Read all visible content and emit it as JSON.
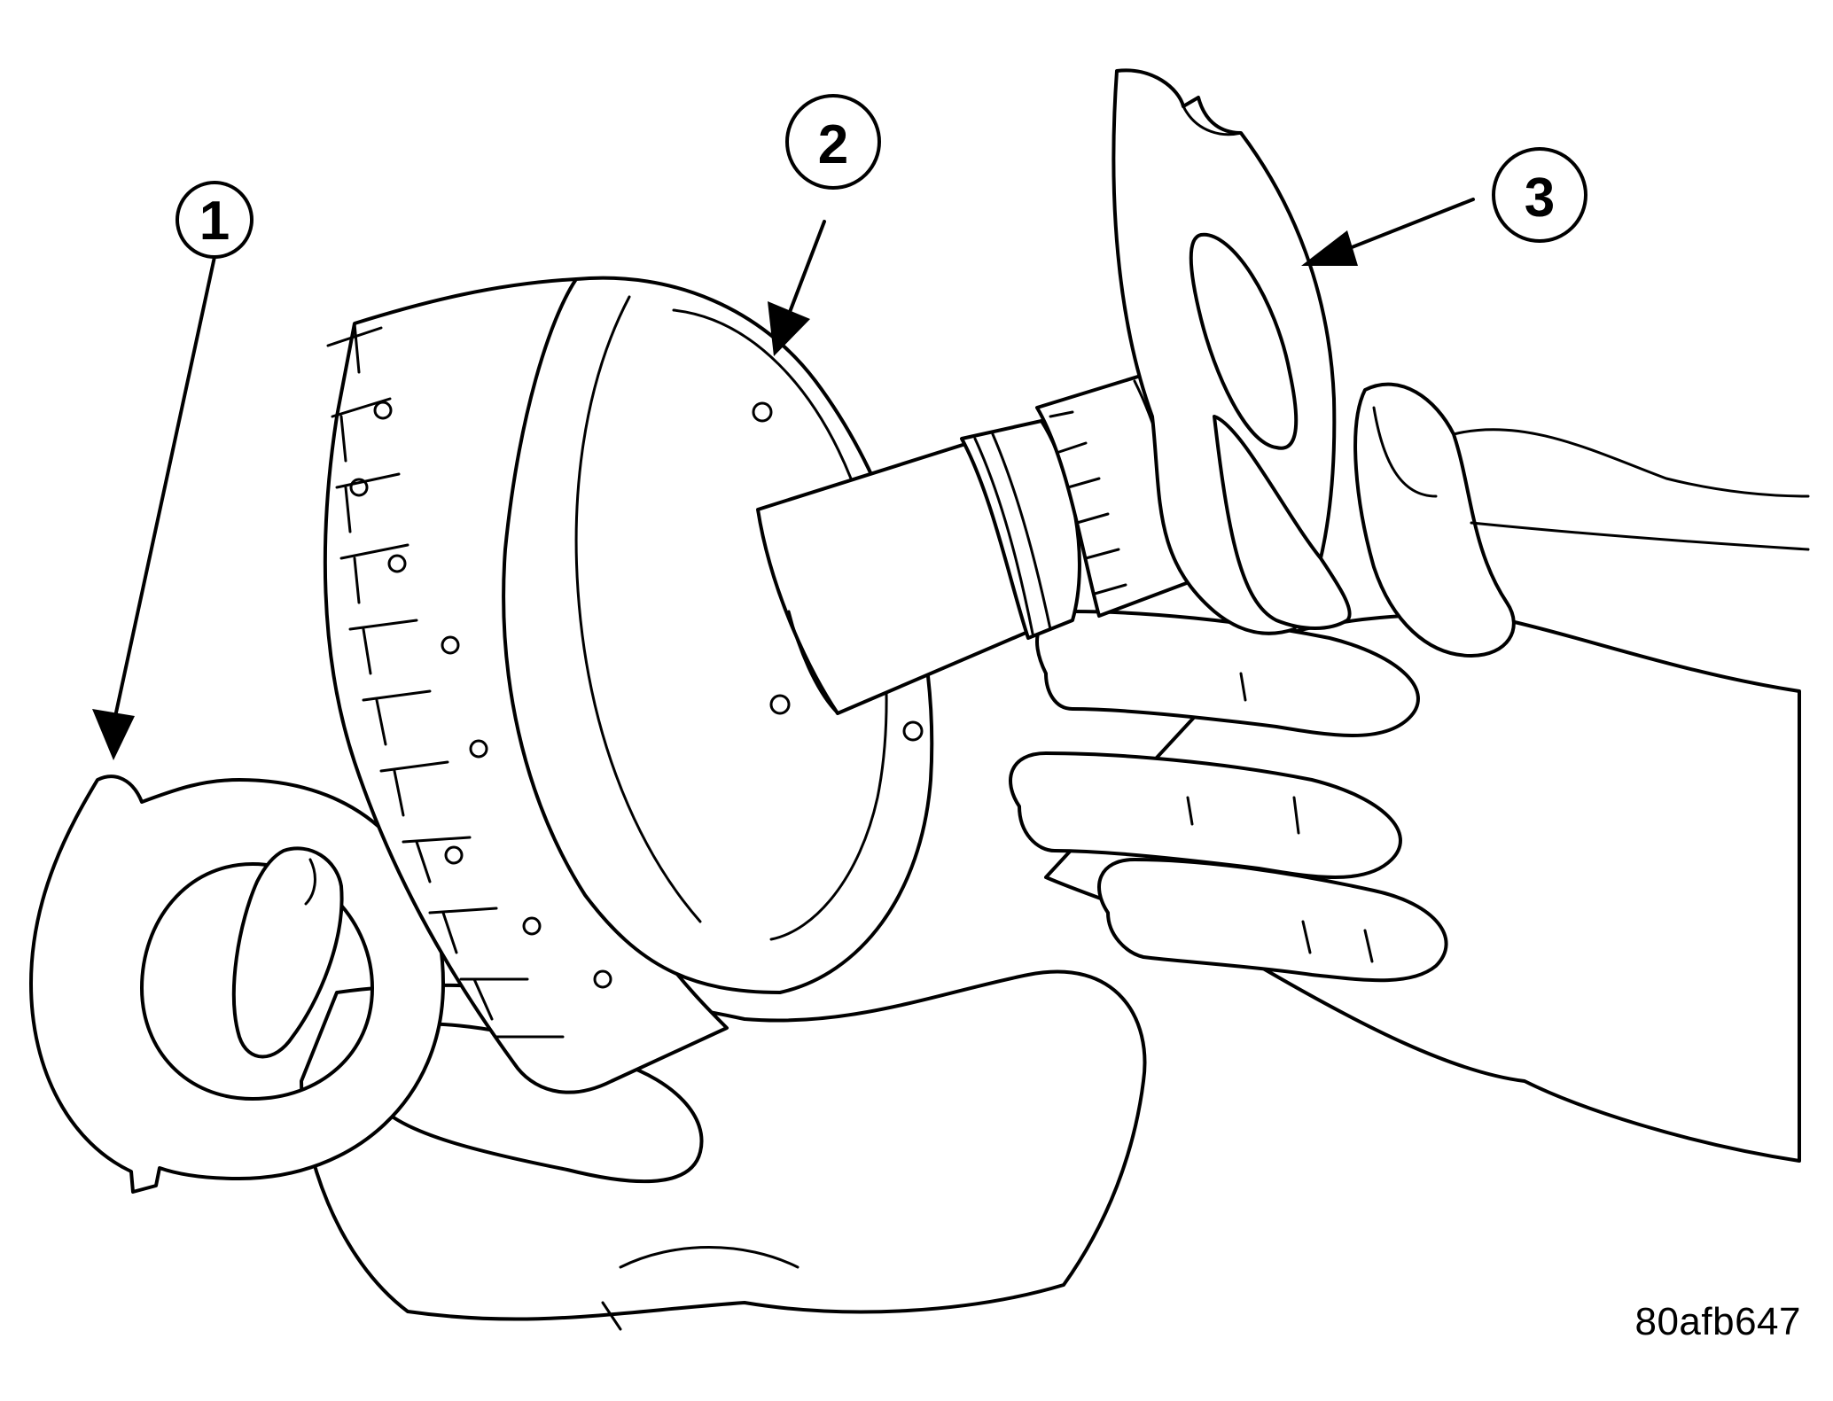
{
  "callouts": [
    {
      "label": "1"
    },
    {
      "label": "2"
    },
    {
      "label": "3"
    }
  ],
  "figure_id": "80afb647",
  "colors": {
    "ink": "#000000",
    "paper": "#ffffff"
  }
}
